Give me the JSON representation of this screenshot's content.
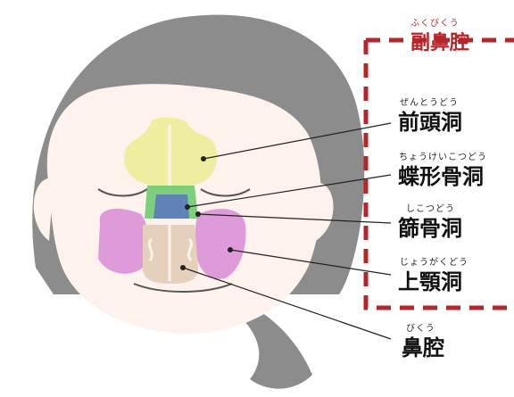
{
  "title": {
    "text": "副鼻腔",
    "ruby": "ふくびくう",
    "color": "#b5262b"
  },
  "labels": [
    {
      "id": "frontal",
      "text": "前頭洞",
      "ruby": "ぜんとうどう",
      "color": "#f1f0a8"
    },
    {
      "id": "sphenoid",
      "text": "蝶形骨洞",
      "ruby": "ちょうけいこつどう",
      "color": "#b3b6e6"
    },
    {
      "id": "ethmoid",
      "text": "篩骨洞",
      "ruby": "しこつどう",
      "color": "#b7e3a5"
    },
    {
      "id": "maxillary",
      "text": "上顎洞",
      "ruby": "じょうがくどう",
      "color": "#e7c4ea"
    },
    {
      "id": "nasal",
      "text": "鼻腔",
      "ruby": "びくう",
      "color": "#ead3c2"
    }
  ],
  "colors": {
    "hair": "#8c8c8c",
    "skin": "#fdf3ec",
    "frontal_sinus": "#eeeda0",
    "sphenoid_sinus": "#5868c8",
    "ethmoid_sinus": "#66c76a",
    "maxillary_sinus": "#d98bd6",
    "nasal_cavity": "#e5d0bc",
    "frame": "#b5262b"
  }
}
